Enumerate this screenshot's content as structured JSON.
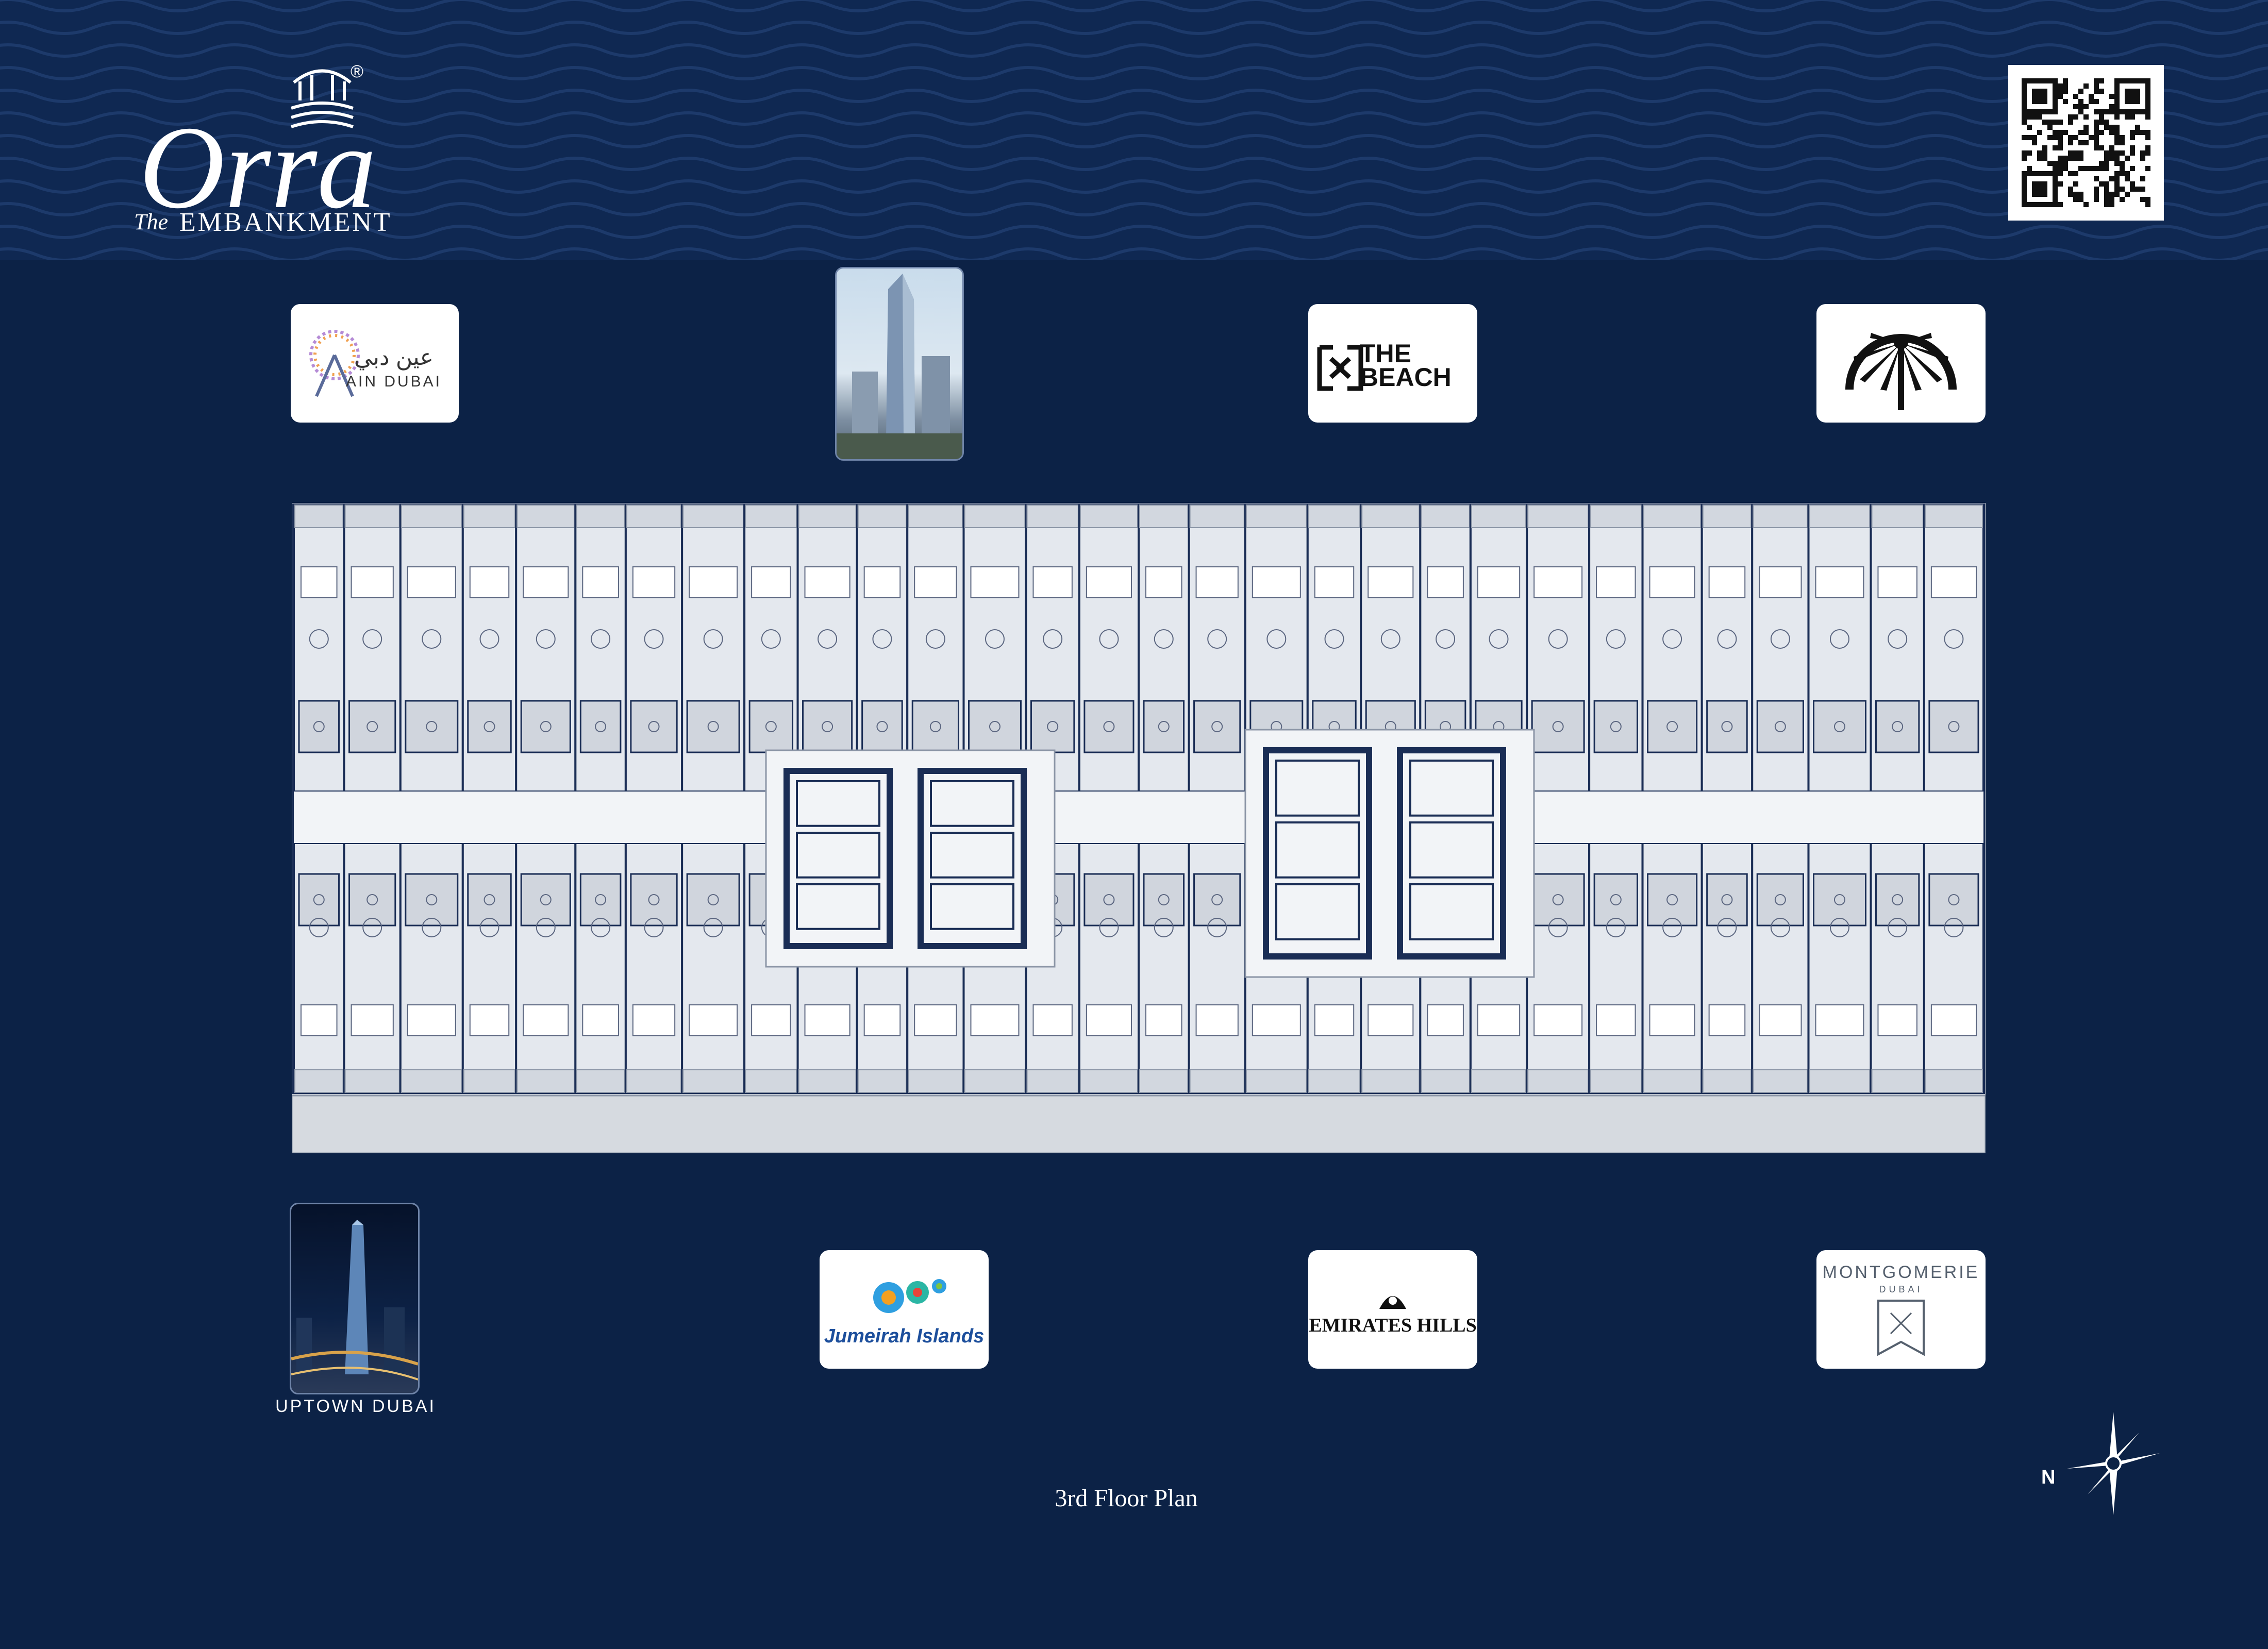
{
  "brand": {
    "script": "Orra",
    "prefix": "The",
    "name": "EMBANKMENT",
    "registered": "®"
  },
  "landmarks": {
    "ain_dubai": {
      "arabic": "عين دبي",
      "latin": "AIN DUBAI"
    },
    "the_beach": {
      "line1": "THE",
      "line2": "BEACH"
    },
    "palm": {
      "icon": "palm-island-icon"
    },
    "jumeirah_islands": {
      "label": "Jumeirah Islands"
    },
    "emirates_hills": {
      "label": "EMIRATES HILLS"
    },
    "montgomerie": {
      "title": "MONTGOMERIE",
      "sub": "DUBAI"
    },
    "uptown": {
      "label": "UPTOWN DUBAI"
    }
  },
  "caption": "3rd Floor Plan",
  "compass": {
    "label": "N",
    "icon": "compass-star-icon"
  },
  "colors": {
    "background": "#0c2246",
    "header": "#0f2852",
    "plan": "#c9cfd8",
    "wall": "#1a2d55"
  }
}
